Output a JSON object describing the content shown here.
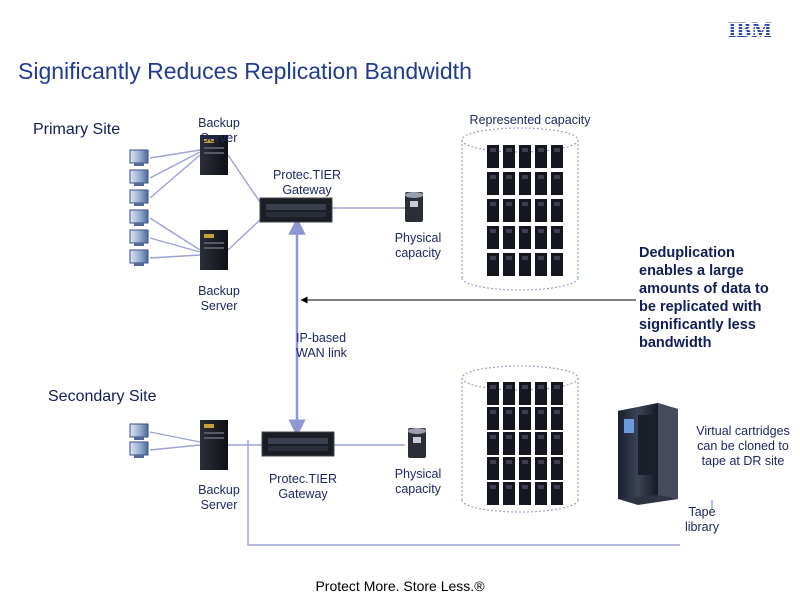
{
  "header": {
    "title": "Significantly Reduces Replication Bandwidth",
    "logo_text": "IBM"
  },
  "labels": {
    "primary_site": "Primary Site",
    "secondary_site": "Secondary Site",
    "backup_server": "Backup\nServer",
    "gateway": "Protec.TIER\nGateway",
    "represented_capacity": "Represented capacity",
    "physical_capacity": "Physical\ncapacity",
    "wan_link": "IP-based\nWAN link",
    "dedup_text": "Deduplication\nenables a large\namounts of data to\nbe replicated with\nsignificantly less\nbandwidth",
    "virtual_cartridges": "Virtual cartridges\ncan be cloned to\ntape at DR site",
    "tape_library": "Tape\nlibrary"
  },
  "footer": {
    "slogan": "Protect More. Store Less.®"
  },
  "colors": {
    "line": "#9aa3d6",
    "title": "#1f3c8f",
    "text": "#1b2a66"
  }
}
